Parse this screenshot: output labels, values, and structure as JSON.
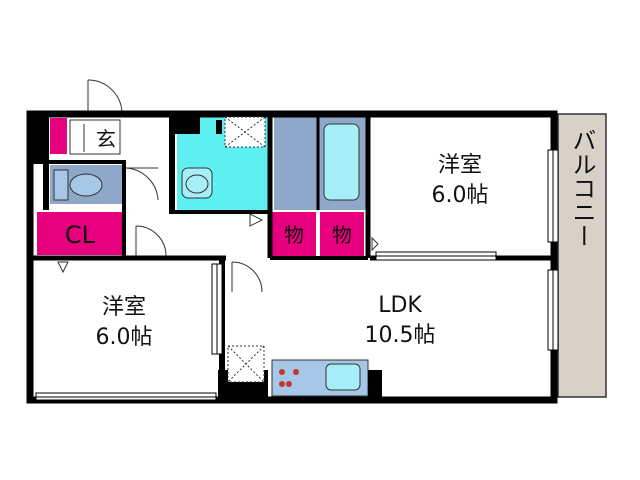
{
  "floorplan": {
    "rooms": {
      "western_room_right": {
        "name": "洋室",
        "size": "6.0帖"
      },
      "western_room_left": {
        "name": "洋室",
        "size": "6.0帖"
      },
      "ldk": {
        "name": "LDK",
        "size": "10.5帖"
      },
      "entrance": {
        "name": "玄"
      },
      "closet": {
        "name": "CL"
      },
      "storage_1": {
        "name": "物"
      },
      "storage_2": {
        "name": "物"
      },
      "balcony": {
        "name": "バルコニー"
      }
    },
    "colors": {
      "wall": "#000000",
      "storage": "#e6007e",
      "toilet_room": "#8fa7c9",
      "bath_fixture": "#a6eef8",
      "washroom": "#5ef0f0",
      "balcony": "#d7d1c7",
      "kitchen": "#a6c8e6"
    }
  }
}
